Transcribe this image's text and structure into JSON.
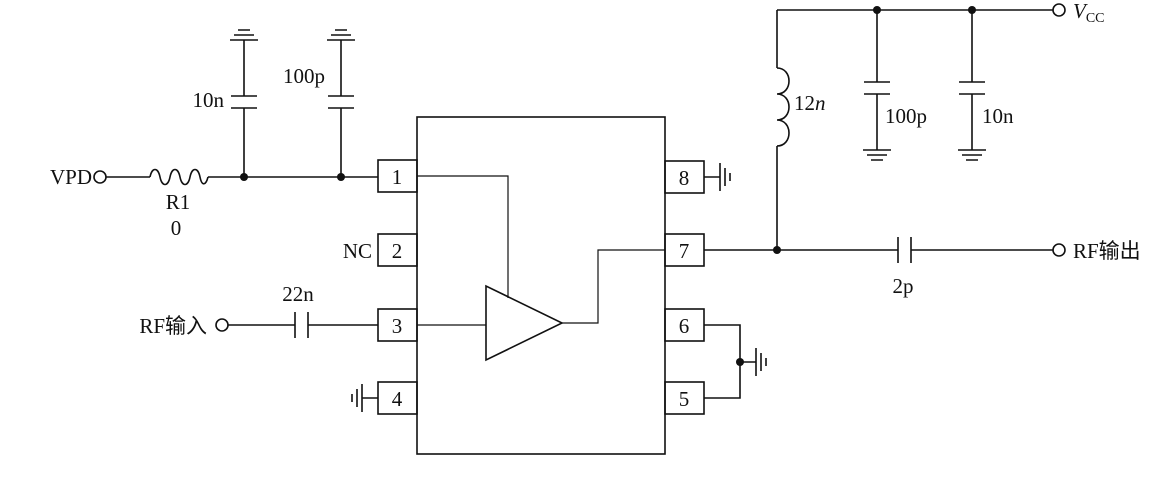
{
  "schematic": {
    "pins": {
      "p1": "1",
      "p2": "2",
      "p3": "3",
      "p4": "4",
      "p5": "5",
      "p6": "6",
      "p7": "7",
      "p8": "8"
    },
    "labels": {
      "vpd": "VPD",
      "r1_name": "R1",
      "r1_value": "0",
      "c10n_left": "10n",
      "c100p_left": "100p",
      "nc": "NC",
      "rf_in": "RF输入",
      "c22n": "22n",
      "vcc_v": "V",
      "vcc_sub": "CC",
      "l12n_value": "12",
      "l12n_unit": "n",
      "c100p_right": "100p",
      "c10n_right": "10n",
      "c2p": "2p",
      "rf_out": "RF输出"
    }
  }
}
